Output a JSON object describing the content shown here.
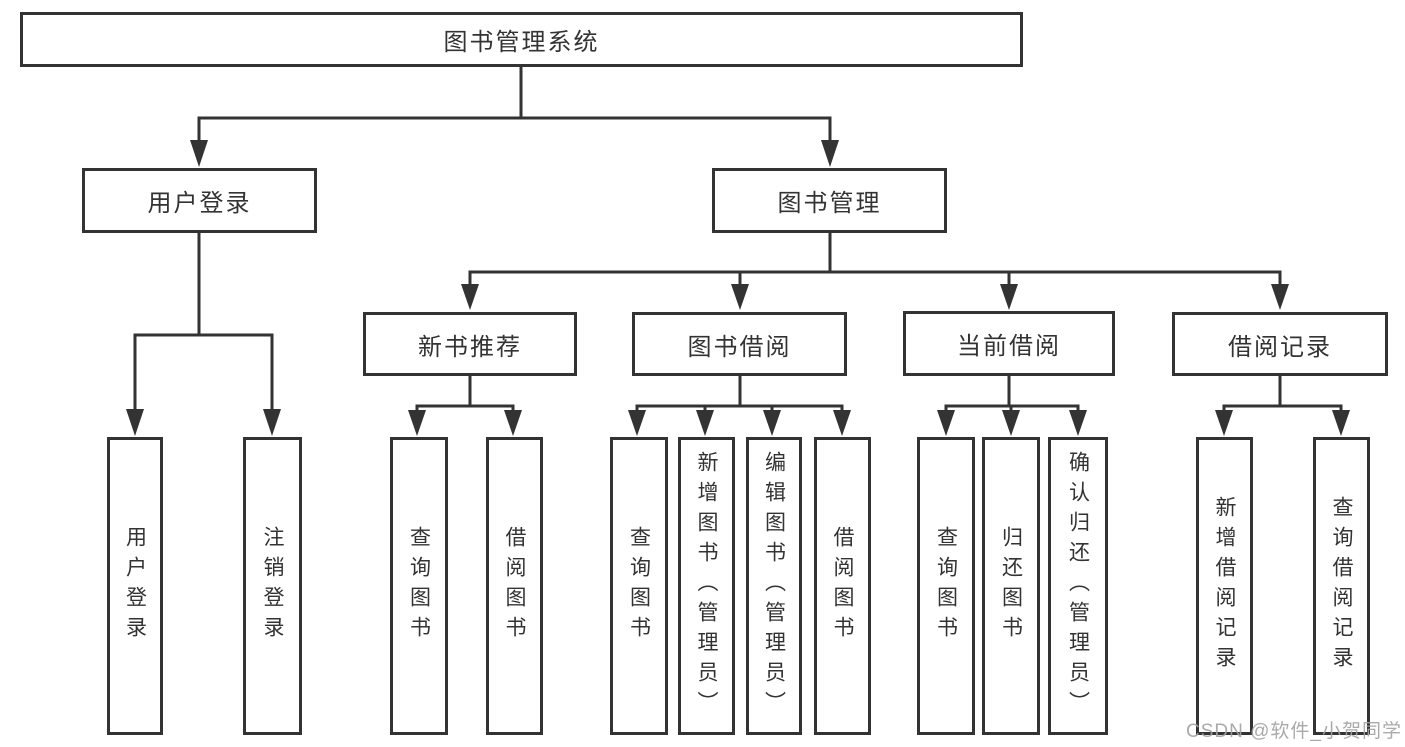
{
  "diagram": {
    "title": "图书管理系统",
    "root": {
      "label": "图书管理系统"
    },
    "level2": [
      {
        "label": "用户登录"
      },
      {
        "label": "图书管理"
      }
    ],
    "level3": [
      {
        "label": "新书推荐",
        "parent": "图书管理"
      },
      {
        "label": "图书借阅",
        "parent": "图书管理"
      },
      {
        "label": "当前借阅",
        "parent": "图书管理"
      },
      {
        "label": "借阅记录",
        "parent": "图书管理"
      }
    ],
    "leaves": [
      {
        "label": "用户登录",
        "parent": "用户登录"
      },
      {
        "label": "注销登录",
        "parent": "用户登录"
      },
      {
        "label": "查询图书",
        "parent": "新书推荐"
      },
      {
        "label": "借阅图书",
        "parent": "新书推荐"
      },
      {
        "label": "查询图书",
        "parent": "图书借阅"
      },
      {
        "label": "新增图书（管理员）",
        "parent": "图书借阅"
      },
      {
        "label": "编辑图书（管理员）",
        "parent": "图书借阅"
      },
      {
        "label": "借阅图书",
        "parent": "图书借阅"
      },
      {
        "label": "查询图书",
        "parent": "当前借阅"
      },
      {
        "label": "归还图书",
        "parent": "当前借阅"
      },
      {
        "label": "确认归还（管理员）",
        "parent": "当前借阅"
      },
      {
        "label": "新增借阅记录",
        "parent": "借阅记录"
      },
      {
        "label": "查询借阅记录",
        "parent": "借阅记录"
      }
    ],
    "watermark": "CSDN @软件_小贺同学",
    "colors": {
      "line": "#333333",
      "text": "#333333",
      "background": "#ffffff",
      "watermark": "#a3a3a3"
    }
  }
}
